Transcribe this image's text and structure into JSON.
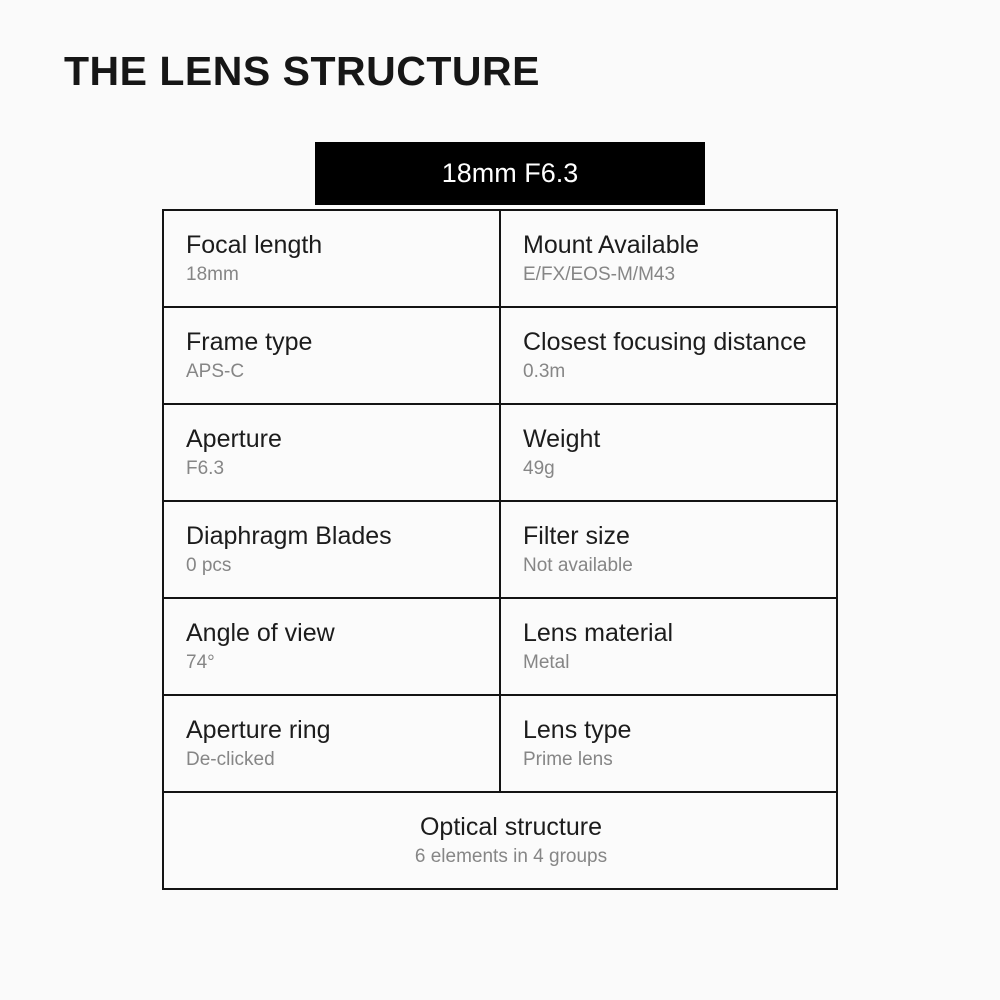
{
  "page": {
    "title": "THE LENS STRUCTURE",
    "banner_label": "18mm F6.3"
  },
  "specs": {
    "rows": [
      [
        {
          "label": "Focal length",
          "value": "18mm"
        },
        {
          "label": "Mount Available",
          "value": "E/FX/EOS-M/M43"
        }
      ],
      [
        {
          "label": "Frame type",
          "value": "APS-C"
        },
        {
          "label": "Closest focusing distance",
          "value": "0.3m"
        }
      ],
      [
        {
          "label": "Aperture",
          "value": "F6.3"
        },
        {
          "label": "Weight",
          "value": "49g"
        }
      ],
      [
        {
          "label": "Diaphragm Blades",
          "value": "0 pcs"
        },
        {
          "label": "Filter size",
          "value": "Not available"
        }
      ],
      [
        {
          "label": "Angle of view",
          "value": "74°"
        },
        {
          "label": "Lens material",
          "value": "Metal"
        }
      ],
      [
        {
          "label": "Aperture ring",
          "value": "De-clicked"
        },
        {
          "label": "Lens type",
          "value": "Prime lens"
        }
      ]
    ],
    "footer": {
      "label": "Optical structure",
      "value": "6 elements in 4 groups"
    }
  },
  "colors": {
    "background": "#fafafa",
    "banner_bg": "#000000",
    "banner_text": "#ffffff",
    "label_text": "#1c1c1c",
    "value_text": "#868686",
    "border": "#141414"
  }
}
